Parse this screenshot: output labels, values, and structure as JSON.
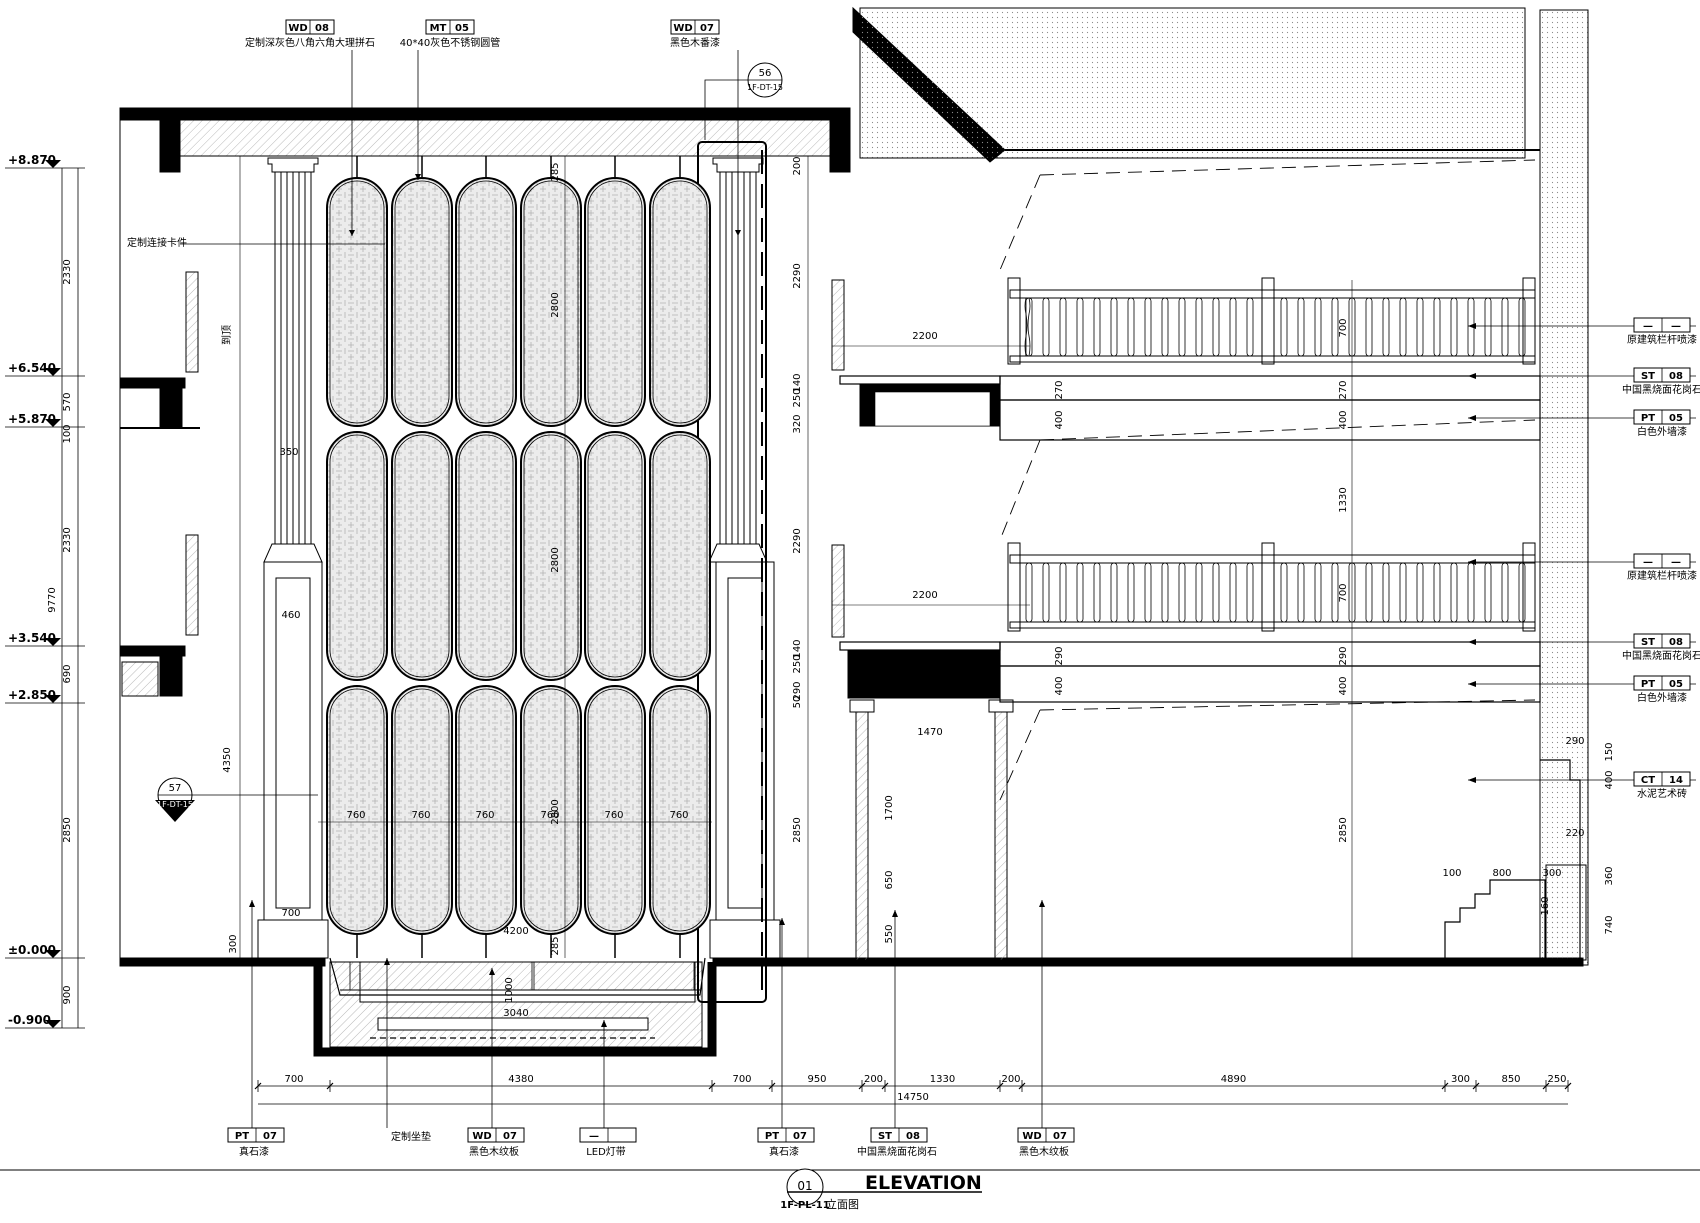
{
  "title": {
    "number": "01",
    "sheet": "1F-PL-11",
    "main": "ELEVATION",
    "sub": "立面图"
  },
  "levels": [
    "+8.870",
    "+6.540",
    "+5.870",
    "+3.540",
    "+2.850",
    "±0.000",
    "-0.900"
  ],
  "left_dims": [
    "2330",
    "570",
    "100",
    "2330",
    "9770",
    "690",
    "2850",
    "900"
  ],
  "top_tags": [
    {
      "code": "WD",
      "num": "08",
      "label": "定制深灰色八角六角大理拼石"
    },
    {
      "code": "MT",
      "num": "05",
      "label": "40*40灰色不锈钢圆管"
    },
    {
      "code": "WD",
      "num": "07",
      "label": "黑色木番漆"
    }
  ],
  "detail_refs": [
    {
      "num": "56",
      "sheet": "1F-DT-15"
    },
    {
      "num": "57",
      "sheet": "1F-DT-15"
    }
  ],
  "notes": {
    "connector": "定制连接卡件",
    "ceiling": "到顶"
  },
  "right_tags": [
    {
      "code": "—",
      "num": "—",
      "label": "原建筑栏杆喷漆"
    },
    {
      "code": "ST",
      "num": "08",
      "label": "中国黑烧面花岗石"
    },
    {
      "code": "PT",
      "num": "05",
      "label": "白色外墙漆"
    },
    {
      "code": "—",
      "num": "—",
      "label": "原建筑栏杆喷漆"
    },
    {
      "code": "ST",
      "num": "08",
      "label": "中国黑烧面花岗石"
    },
    {
      "code": "PT",
      "num": "05",
      "label": "白色外墙漆"
    },
    {
      "code": "CT",
      "num": "14",
      "label": "水泥艺术砖"
    }
  ],
  "bottom_tags": [
    {
      "code": "PT",
      "num": "07",
      "label": "真石漆"
    },
    {
      "code": "",
      "num": "",
      "label": "定制坐垫"
    },
    {
      "code": "WD",
      "num": "07",
      "label": "黑色木纹板"
    },
    {
      "code": "—",
      "num": "",
      "label": "LED灯带"
    },
    {
      "code": "PT",
      "num": "07",
      "label": "真石漆"
    },
    {
      "code": "ST",
      "num": "08",
      "label": "中国黑烧面花岗石"
    },
    {
      "code": "WD",
      "num": "07",
      "label": "黑色木纹板"
    }
  ],
  "bottom_dims": [
    "700",
    "4380",
    "700",
    "950",
    "200",
    "1330",
    "200",
    "4890",
    "300",
    "850",
    "250"
  ],
  "overall_dim": "14750",
  "panel_dims": [
    "760",
    "760",
    "760",
    "760",
    "760",
    "760"
  ],
  "dims": {
    "panel_h": "2800",
    "top_gap": "285",
    "bottom_gap": "285",
    "pool_w": "4200",
    "pool_inner": "3040",
    "pool_d": "1000",
    "col_w1": "350",
    "col_w2": "460",
    "col_w3": "700",
    "col_h": "4350",
    "base_h": "300",
    "seg_200": "200",
    "seg_2290a": "2290",
    "seg_2290b": "2290",
    "seg_2850": "2850",
    "seg_140a": "140",
    "seg_250a": "250",
    "seg_320a": "320",
    "seg_140b": "140",
    "seg_250b": "250",
    "seg_290a": "290",
    "seg_50": "50",
    "rail_2200a": "2200",
    "rail_2200b": "2200",
    "span_1470": "1470",
    "col_1700": "1700",
    "col_650": "650",
    "col_550": "550",
    "rail_h_700a": "700",
    "rail_h_700b": "700",
    "slab_270": "270",
    "slab_400": "400",
    "slab_290": "290",
    "slab_1330": "1330",
    "wall_2850": "2850",
    "step_290": "290",
    "step_150": "150",
    "step_400": "400",
    "step_220": "220",
    "step_360": "360",
    "step_740": "740",
    "step_800": "800",
    "step_300": "300",
    "step_160": "160",
    "step_100": "100"
  }
}
